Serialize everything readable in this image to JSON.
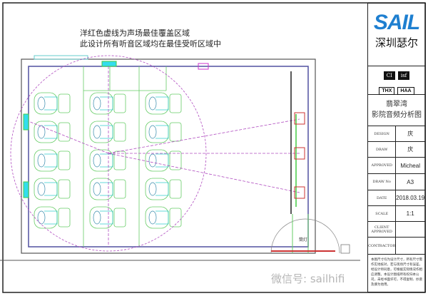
{
  "notes": [
    "洋红色虚线为声场最佳覆盖区域",
    "此设计所有听音区域均在最佳受听区域中"
  ],
  "plan": {
    "door_label": "筒灯",
    "seat_rows": 5,
    "seat_columns": 3
  },
  "title_block": {
    "logo_text": "SAIL",
    "company": "深圳瑟尔",
    "cert_logos": [
      "CI",
      "isf",
      "THX",
      "HAA"
    ],
    "project_title": "翡翠湾",
    "drawing_title": "影院音频分析图",
    "fields": [
      {
        "label": "DESIGN",
        "value": "庆"
      },
      {
        "label": "DRAW",
        "value": "庆"
      },
      {
        "label": "APPROVED",
        "value": "Micheal"
      },
      {
        "label": "DRAW No",
        "value": "A3"
      },
      {
        "label": "DATE",
        "value": "2018.03.19"
      },
      {
        "label": "SCALE",
        "value": "1:1"
      },
      {
        "label": "CLIENT APPROVED",
        "value": ""
      },
      {
        "label": "CONTRACTOR",
        "value": ""
      }
    ],
    "remarks": "本图尺寸均为设计尺寸，所有尺寸需作实地核对，若与现场尺寸有误差，经设计师同意，可根据实际情况作相应调整。本设计图纸所有权归本公司，未经书面许可，不得复制、抄袭及挪为他用。"
  },
  "watermark": "微信号: sailhifi"
}
